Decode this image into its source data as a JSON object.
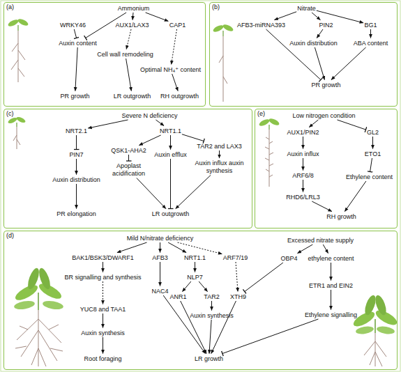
{
  "diagram": {
    "nodes": [
      {
        "text": [
          "(a)"
        ]
      },
      {
        "text": [
          "Ammonium"
        ],
        "in": 0
      },
      {
        "text": [
          "WRKY46"
        ],
        "in": 0
      },
      {
        "text": [
          "AUX1/LAX3"
        ],
        "in": 0
      },
      {
        "text": [
          "CAP1"
        ],
        "in": 0
      },
      {
        "text": [
          "Auxin content"
        ],
        "in": 0
      },
      {
        "text": [
          "Cell wall remodeling"
        ],
        "in": 0
      },
      {
        "text": [
          "Optimal NH₄⁺ content"
        ],
        "in": 0
      },
      {
        "text": [
          "PR growth"
        ],
        "in": 0
      },
      {
        "text": [
          "LR outgrowth"
        ],
        "in": 0
      },
      {
        "text": [
          "RH outgrowth"
        ],
        "in": 0
      },
      {
        "text": [
          "(b)"
        ]
      },
      {
        "text": [
          "Nitrate"
        ],
        "in": 11
      },
      {
        "text": [
          "AFB3-miRNA393"
        ],
        "in": 11
      },
      {
        "text": [
          "PIN2"
        ],
        "in": 11
      },
      {
        "text": [
          "BG1"
        ],
        "in": 11
      },
      {
        "text": [
          "Auxin distribution"
        ],
        "in": 11
      },
      {
        "text": [
          "ABA content"
        ],
        "in": 11
      },
      {
        "text": [
          "PR growth"
        ],
        "in": 11
      },
      {
        "text": [
          "(c)"
        ]
      },
      {
        "text": [
          "Severe N deficiency"
        ],
        "in": 19
      },
      {
        "text": [
          "NRT2.1"
        ],
        "in": 19
      },
      {
        "text": [
          "NRT1.1"
        ],
        "in": 19
      },
      {
        "text": [
          "PIN7"
        ],
        "in": 19
      },
      {
        "text": [
          "QSK1-AHA2"
        ],
        "in": 19
      },
      {
        "text": [
          "Auxin efflux"
        ],
        "in": 19
      },
      {
        "text": [
          "TAR2 and LAX3"
        ],
        "in": 19
      },
      {
        "text": [
          "Apoplast acidification"
        ],
        "in": 19
      },
      {
        "text": [
          "Auxin influx auxin synthesis"
        ],
        "in": 19
      },
      {
        "text": [
          "Auxin distribution"
        ],
        "in": 19
      },
      {
        "text": [
          "PR elongation"
        ],
        "in": 19
      },
      {
        "text": [
          "LR outgrowth"
        ],
        "in": 19
      },
      {
        "text": [
          "(e)"
        ]
      },
      {
        "text": [
          "Low nitrogen condition"
        ],
        "in": 32
      },
      {
        "text": [
          "AUX1/PIN2"
        ],
        "in": 32
      },
      {
        "text": [
          "GL2"
        ],
        "in": 32
      },
      {
        "text": [
          "Auxin influx"
        ],
        "in": 32
      },
      {
        "text": [
          "ETO1"
        ],
        "in": 32
      },
      {
        "text": [
          "ARF6/8"
        ],
        "in": 32
      },
      {
        "text": [
          "Ethylene content"
        ],
        "in": 32
      },
      {
        "text": [
          "RHD6/LRL3"
        ],
        "in": 32
      },
      {
        "text": [
          "RH growth"
        ],
        "in": 32
      },
      {
        "text": [
          "(d)"
        ]
      },
      {
        "text": [
          "Mild N/nitrate deficiency"
        ],
        "in": 42
      },
      {
        "text": [
          "Excessed nitrate supply"
        ],
        "in": 42
      },
      {
        "text": [
          "BAK1/BSK3/DWARF1"
        ],
        "in": 42
      },
      {
        "text": [
          "AFB3"
        ],
        "in": 42
      },
      {
        "text": [
          "NRT1.1"
        ],
        "in": 42
      },
      {
        "text": [
          "ARF7/19"
        ],
        "in": 42
      },
      {
        "text": [
          "OBP4"
        ],
        "in": 42
      },
      {
        "text": [
          "ethylene content"
        ],
        "in": 42
      },
      {
        "text": [
          "BR signalling and synthesis"
        ],
        "in": 42
      },
      {
        "text": [
          "NAC4"
        ],
        "in": 42
      },
      {
        "text": [
          "NLP7"
        ],
        "in": 42
      },
      {
        "text": [
          "ANR1"
        ],
        "in": 42
      },
      {
        "text": [
          "TAR2"
        ],
        "in": 42
      },
      {
        "text": [
          "XTH9"
        ],
        "in": 42
      },
      {
        "text": [
          "ETR1 and EIN2"
        ],
        "in": 42
      },
      {
        "text": [
          "YUC8 and TAA1"
        ],
        "in": 42
      },
      {
        "text": [
          "Auxin synthesis"
        ],
        "in": 42
      },
      {
        "text": [
          "Ethylene signalling"
        ],
        "in": 42
      },
      {
        "text": [
          "Auxin synthesis"
        ],
        "in": 42
      },
      {
        "text": [
          "Root foraging"
        ],
        "in": 42
      },
      {
        "text": [
          "LR growth"
        ],
        "in": 42
      }
    ],
    "edges": [
      {
        "from": 1,
        "to": 5,
        "arrow": "to"
      },
      {
        "from": 2,
        "to": 5,
        "arrow": "to"
      },
      {
        "from": 1,
        "to": 3,
        "arrow": "to"
      },
      {
        "from": 1,
        "to": 4,
        "arrow": "to"
      },
      {
        "from": 5,
        "to": 8,
        "arrow": "to"
      },
      {
        "from": 3,
        "to": 6,
        "arrow": "to"
      },
      {
        "from": 6,
        "to": 9,
        "arrow": "to"
      },
      {
        "from": 4,
        "to": 7,
        "arrow": "to"
      },
      {
        "from": 7,
        "to": 10,
        "arrow": "to"
      },
      {
        "from": 12,
        "to": 13,
        "arrow": "to"
      },
      {
        "from": 12,
        "to": 14,
        "arrow": "to"
      },
      {
        "from": 12,
        "to": 15,
        "arrow": "to"
      },
      {
        "from": 13,
        "to": 18,
        "arrow": "to"
      },
      {
        "from": 14,
        "to": 16,
        "arrow": "to"
      },
      {
        "from": 15,
        "to": 17,
        "arrow": "to"
      },
      {
        "from": 16,
        "to": 18,
        "arrow": "to"
      },
      {
        "from": 17,
        "to": 18,
        "arrow": "to"
      },
      {
        "from": 20,
        "to": 21,
        "arrow": "to"
      },
      {
        "from": 20,
        "to": 22,
        "arrow": "to"
      },
      {
        "from": 21,
        "to": 23,
        "arrow": "to"
      },
      {
        "from": 22,
        "to": 24,
        "arrow": "to"
      },
      {
        "from": 22,
        "to": 25,
        "arrow": "to"
      },
      {
        "from": 22,
        "to": 26,
        "arrow": "to"
      },
      {
        "from": 24,
        "to": 27,
        "arrow": "to"
      },
      {
        "from": 23,
        "to": 29,
        "arrow": "to"
      },
      {
        "from": 25,
        "to": 31,
        "arrow": "to"
      },
      {
        "from": 26,
        "to": 28,
        "arrow": "to"
      },
      {
        "from": 27,
        "to": 31,
        "arrow": "to"
      },
      {
        "from": 28,
        "to": 31,
        "arrow": "to"
      },
      {
        "from": 29,
        "to": 30,
        "arrow": "to"
      },
      {
        "from": 33,
        "to": 34,
        "arrow": "to"
      },
      {
        "from": 33,
        "to": 35,
        "arrow": "to"
      },
      {
        "from": 34,
        "to": 36,
        "arrow": "to"
      },
      {
        "from": 35,
        "to": 37,
        "arrow": "to"
      },
      {
        "from": 36,
        "to": 38,
        "arrow": "to"
      },
      {
        "from": 37,
        "to": 39,
        "arrow": "to"
      },
      {
        "from": 38,
        "to": 40,
        "arrow": "to"
      },
      {
        "from": 40,
        "to": 41,
        "arrow": "to"
      },
      {
        "from": 39,
        "to": 41,
        "arrow": "to"
      },
      {
        "from": 43,
        "to": 45,
        "arrow": "to"
      },
      {
        "from": 43,
        "to": 46,
        "arrow": "to"
      },
      {
        "from": 43,
        "to": 47,
        "arrow": "to"
      },
      {
        "from": 43,
        "to": 48,
        "arrow": "to"
      },
      {
        "from": 44,
        "to": 49,
        "arrow": "to"
      },
      {
        "from": 44,
        "to": 50,
        "arrow": "to"
      },
      {
        "from": 45,
        "to": 51,
        "arrow": "to"
      },
      {
        "from": 51,
        "to": 58,
        "arrow": "to"
      },
      {
        "from": 58,
        "to": 61,
        "arrow": "to"
      },
      {
        "from": 61,
        "to": 62,
        "arrow": "to"
      },
      {
        "from": 46,
        "to": 52,
        "arrow": "to"
      },
      {
        "from": 47,
        "to": 53,
        "arrow": "to"
      },
      {
        "from": 53,
        "to": 54,
        "arrow": "to"
      },
      {
        "from": 53,
        "to": 55,
        "arrow": "to"
      },
      {
        "from": 55,
        "to": 59,
        "arrow": "to"
      },
      {
        "from": 48,
        "to": 56,
        "arrow": "to"
      },
      {
        "from": 49,
        "to": 56,
        "arrow": "to"
      },
      {
        "from": 50,
        "to": 57,
        "arrow": "to"
      },
      {
        "from": 57,
        "to": 60,
        "arrow": "to"
      },
      {
        "from": 52,
        "to": 63,
        "arrow": "to"
      },
      {
        "from": 54,
        "to": 63,
        "arrow": "to"
      },
      {
        "from": 59,
        "to": 63,
        "arrow": "to"
      },
      {
        "from": 56,
        "to": 63,
        "arrow": "to"
      },
      {
        "from": 60,
        "to": 63,
        "arrow": "to"
      }
    ]
  }
}
